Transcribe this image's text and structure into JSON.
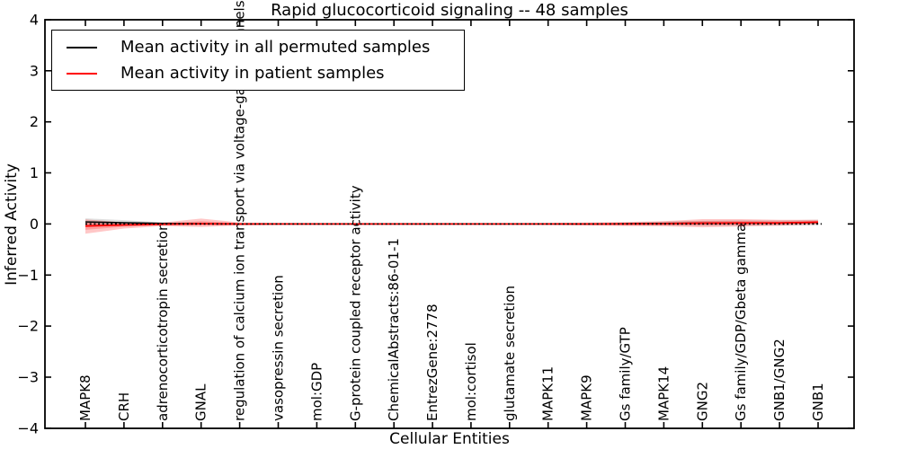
{
  "chart_data": {
    "type": "line",
    "title": "Rapid glucocorticoid signaling -- 48 samples",
    "xlabel": "Cellular Entities",
    "ylabel": "Inferred Activity",
    "ylim": [
      -4,
      4
    ],
    "yticks": [
      -4,
      -3,
      -2,
      -1,
      0,
      1,
      2,
      3,
      4
    ],
    "ytick_labels": [
      "−4",
      "−3",
      "−2",
      "−1",
      "0",
      "1",
      "2",
      "3",
      "4"
    ],
    "grid": false,
    "legend_position": "upper left",
    "categories": [
      "MAPK8",
      "CRH",
      "adrenocorticotropin secretion",
      "GNAL",
      "regulation of calcium ion transport via voltage-gated channels",
      "vasopressin secretion",
      "mol:GDP",
      "G-protein coupled receptor activity",
      "ChemicalAbstracts:86-01-1",
      "EntrezGene:2778",
      "mol:cortisol",
      "glutamate secretion",
      "MAPK11",
      "MAPK9",
      "Gs family/GTP",
      "MAPK14",
      "GNG2",
      "Gs family/GDP/Gbeta gamma",
      "GNB1/GNG2",
      "GNB1"
    ],
    "series": [
      {
        "name": "Mean activity in all permuted samples",
        "color": "#000000",
        "band_color": "#555555",
        "band_opacity": 0.18,
        "values": [
          0.04,
          0.025,
          0.01,
          0.005,
          0,
          0,
          0,
          0,
          0,
          0,
          0,
          0,
          0,
          0,
          0.005,
          0.01,
          0.015,
          0.02,
          0.02,
          0.03
        ],
        "band_upper": [
          0.07,
          0.05,
          0.02,
          0.012,
          0.01,
          0.008,
          0.008,
          0.008,
          0.008,
          0.008,
          0.008,
          0.008,
          0.01,
          0.012,
          0.02,
          0.04,
          0.05,
          0.055,
          0.05,
          0.055
        ],
        "band_lower": [
          0.1,
          0.05,
          0.02,
          0.012,
          0.01,
          0.008,
          0.008,
          0.008,
          0.008,
          0.008,
          0.008,
          0.008,
          0.01,
          0.012,
          0.02,
          0.04,
          0.05,
          0.055,
          0.05,
          0.055
        ]
      },
      {
        "name": "Mean activity in patient samples",
        "color": "#ff0000",
        "band_color": "#ff0000",
        "band_opacity": 0.22,
        "values": [
          -0.04,
          -0.02,
          -0.005,
          0.005,
          0,
          0,
          0,
          0,
          0,
          0,
          0,
          0,
          0,
          0,
          0,
          0.005,
          0.015,
          0.02,
          0.02,
          0.035
        ],
        "band_upper": [
          0.13,
          0.05,
          0.035,
          0.1,
          0.03,
          0.02,
          0.018,
          0.018,
          0.018,
          0.018,
          0.018,
          0.018,
          0.02,
          0.03,
          0.04,
          0.05,
          0.08,
          0.075,
          0.06,
          0.045
        ],
        "band_lower": [
          0.15,
          0.07,
          0.035,
          0.065,
          0.03,
          0.02,
          0.018,
          0.018,
          0.018,
          0.018,
          0.018,
          0.018,
          0.02,
          0.03,
          0.04,
          0.05,
          0.08,
          0.07,
          0.055,
          0.045
        ]
      }
    ],
    "zero_line": {
      "value": 0,
      "style": "dotted",
      "color": "#000000"
    }
  }
}
